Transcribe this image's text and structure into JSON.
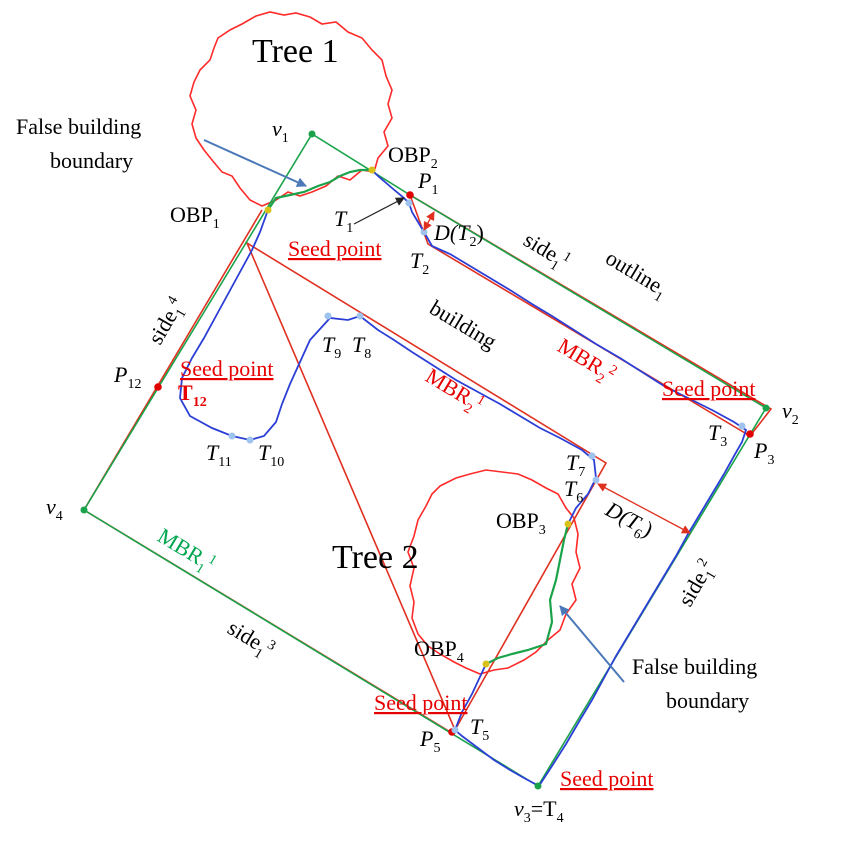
{
  "colors": {
    "tree_outline": "#ff2a2a",
    "building_boundary": "#2b3fd6",
    "mbr": "#e03020",
    "outline": "#1aa34a",
    "false_boundary": "#1aa34a",
    "vertex_point": "#1aa34a",
    "seed_point": "#e00000",
    "obp_point": "#d8c21a",
    "track_point": "#9ec3ee",
    "arrow": "#4a78b8",
    "seed_text": "#e60000"
  },
  "labels": {
    "tree1": "Tree 1",
    "tree2": "Tree 2",
    "false_boundary_1_line1": "False building",
    "false_boundary_1_line2": "boundary",
    "false_boundary_2_line1": "False building",
    "false_boundary_2_line2": "boundary",
    "building": "building",
    "seed_point": "Seed point",
    "v1": "v",
    "v1_sub": "1",
    "v2": "v",
    "v2_sub": "2",
    "v4": "v",
    "v4_sub": "4",
    "v3": "v",
    "v3_sub": "3",
    "v3_eq": "=T",
    "v3_eq_sub": "4",
    "obp1": "OBP",
    "obp1_sub": "1",
    "obp2": "OBP",
    "obp2_sub": "2",
    "obp3": "OBP",
    "obp3_sub": "3",
    "obp4": "OBP",
    "obp4_sub": "4",
    "p1": "P",
    "p1_sub": "1",
    "p3": "P",
    "p3_sub": "3",
    "p5": "P",
    "p5_sub": "5",
    "p12": "P",
    "p12_sub": "12",
    "t1": "T",
    "t1_sub": "1",
    "t2": "T",
    "t2_sub": "2",
    "t3": "T",
    "t3_sub": "3",
    "t5": "T",
    "t5_sub": "5",
    "t6": "T",
    "t6_sub": "6",
    "t7": "T",
    "t7_sub": "7",
    "t8": "T",
    "t8_sub": "8",
    "t9": "T",
    "t9_sub": "9",
    "t10": "T",
    "t10_sub": "10",
    "t11": "T",
    "t11_sub": "11",
    "t12": "T",
    "t12_sub": "12",
    "dt2_a": "D(T",
    "dt2_sub": "2",
    "dt2_b": ")",
    "dt6_a": "D(T",
    "dt6_sub": "6",
    "dt6_b": ")",
    "side11": "side",
    "side11_sub": "1",
    "side11_sup": "1",
    "side12": "side",
    "side12_sub": "1",
    "side12_sup": "2",
    "side13": "side",
    "side13_sub": "1",
    "side13_sup": "3",
    "side14": "side",
    "side14_sub": "1",
    "side14_sup": "4",
    "outline1": "outline",
    "outline1_sub": "1",
    "mbr21": "MBR",
    "mbr21_sub": "2",
    "mbr21_sup": "1",
    "mbr22": "MBR",
    "mbr22_sub": "2",
    "mbr22_sup": "2",
    "mbr11": "MBR",
    "mbr11_sub": "1",
    "mbr11_sup": "1"
  }
}
